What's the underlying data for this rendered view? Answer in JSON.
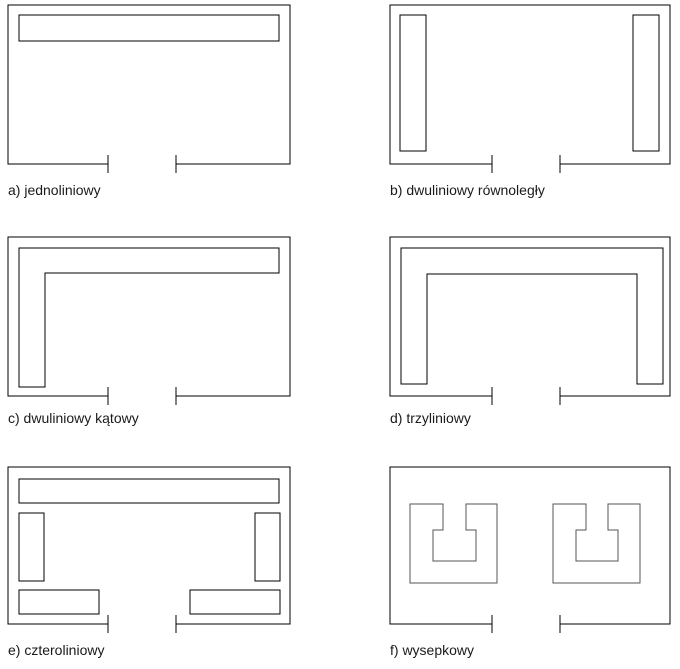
{
  "panels": [
    {
      "id": "a",
      "caption": "a) jednoliniowy"
    },
    {
      "id": "b",
      "caption": "b) dwuliniowy równoległy"
    },
    {
      "id": "c",
      "caption": "c) dwuliniowy kątowy"
    },
    {
      "id": "d",
      "caption": "d) trzyliniowy"
    },
    {
      "id": "e",
      "caption": "e) czteroliniowy"
    },
    {
      "id": "f",
      "caption": "f) wysepkowy"
    }
  ]
}
